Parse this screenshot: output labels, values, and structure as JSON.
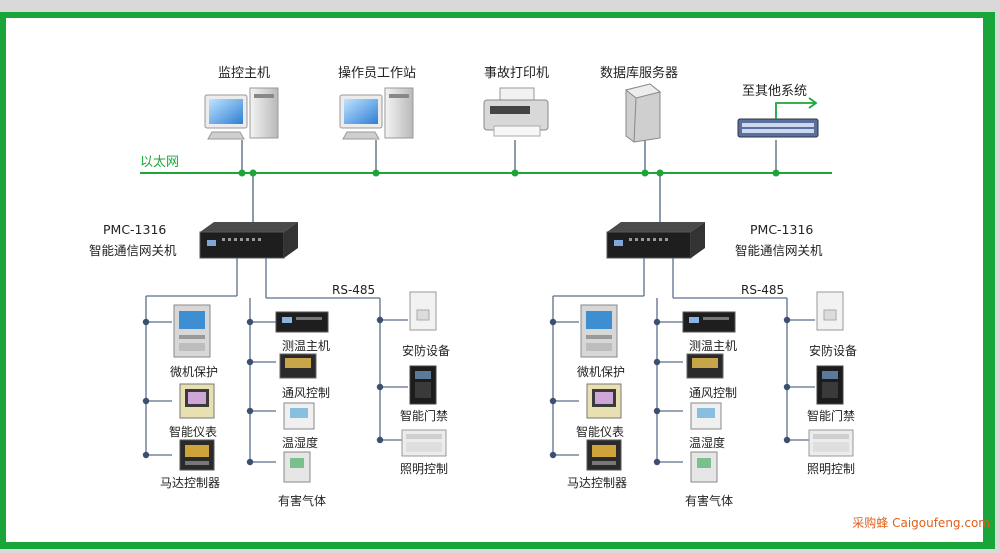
{
  "top_devices": {
    "monitor_host": "监控主机",
    "operator_station": "操作员工作站",
    "accident_printer": "事故打印机",
    "db_server": "数据库服务器",
    "other_systems": "至其他系统"
  },
  "network": {
    "ethernet": "以太网"
  },
  "gateways": [
    {
      "model": "PMC-1316",
      "name": "智能通信网关机",
      "bus": "RS-485",
      "col1": [
        "微机保护",
        "智能仪表",
        "马达控制器"
      ],
      "col2": [
        "测温主机",
        "通风控制",
        "温湿度",
        "有害气体"
      ],
      "col3": [
        "安防设备",
        "智能门禁",
        "照明控制"
      ]
    },
    {
      "model": "PMC-1316",
      "name": "智能通信网关机",
      "bus": "RS-485",
      "col1": [
        "微机保护",
        "智能仪表",
        "马达控制器"
      ],
      "col2": [
        "测温主机",
        "通风控制",
        "温湿度",
        "有害气体"
      ],
      "col3": [
        "安防设备",
        "智能门禁",
        "照明控制"
      ]
    }
  ],
  "watermark": "采购蜂 Caigoufeng.com",
  "colors": {
    "accent_green": "#1fa43a",
    "line_blue": "#5a6f8c",
    "frame_green": "#19a53a"
  }
}
